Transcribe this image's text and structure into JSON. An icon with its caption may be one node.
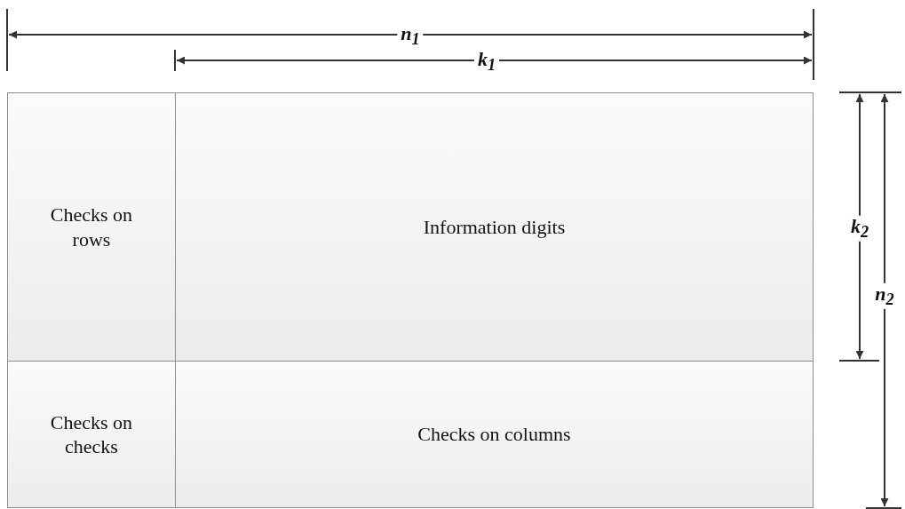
{
  "diagram": {
    "nodes": [
      {
        "text": [
          "Checks on rows"
        ]
      },
      {
        "text": [
          "Information digits"
        ]
      },
      {
        "text": [
          "Checks on checks"
        ]
      },
      {
        "text": [
          "Checks on columns"
        ]
      }
    ],
    "labels": [
      "n$_{1}$",
      "k$_{1}$",
      "k$_{2}$",
      "n$_{2}$"
    ]
  }
}
